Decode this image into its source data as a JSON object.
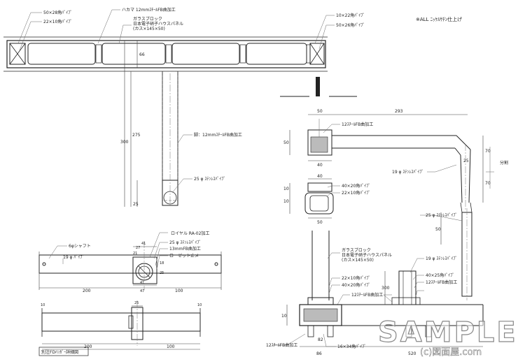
{
  "top_view": {
    "labels": {
      "pipe_50x28": "50×28角ﾊﾟｲﾌﾟ",
      "pipe_22x10": "22×10角ﾊﾟｲﾌﾟ",
      "hakama": "ハカマ 12mmｽﾁｰﾙFB曲加工",
      "glass_block_l1": "ガラスブロック",
      "glass_block_l2": "日本電子硝子ハウスパネル",
      "glass_block_l3": "(カス×145×50)",
      "pipe_10x22": "10×22角ﾊﾟｲﾌﾟ",
      "pipe_50x26": "50×26角ﾊﾟｲﾌﾟ",
      "leg": "脚：12mmｽﾁｰﾙFB曲加工",
      "stainless_25": "25 φ ｽﾃﾝﾚｽﾊﾟｲﾌﾟ"
    },
    "dims": {
      "d66": "66",
      "d275": "275",
      "d300": "300",
      "d25": "25"
    }
  },
  "note": "※ALL ﾆｯｹﾙｻﾁﾝ仕上げ",
  "hanger_detail": {
    "labels": {
      "royal": "ロイヤル RA-02加工",
      "shaft": "6φシャフト",
      "stainless_25": "25 φ ｽﾃﾝﾚｽﾊﾟｲﾌﾟ",
      "fb13": "13mmFB曲加工",
      "pipe19": "19 φ ﾊﾟｲﾌﾟ",
      "rosette": "ローゼット止メ"
    },
    "dims": {
      "d41": "41",
      "d27": "27",
      "d21": "21",
      "d18": "18",
      "d25": "25",
      "d41b": "41",
      "d47": "47",
      "d200": "200",
      "d100": "100",
      "d10a": "10",
      "d10b": "10",
      "d25b": "25",
      "d200b": "200",
      "d100b": "100"
    },
    "caption": "別注FDﾊﾝｶﾞｰ詳細図"
  },
  "side_view": {
    "labels": {
      "steel_fb_1": "12ｽﾁｰﾙFB曲加工",
      "pipe_40x20": "40×20角ﾊﾟｲﾌﾟ",
      "pipe_22x10": "22×10角ﾊﾟｲﾌﾟ",
      "stainless_19": "19 φ ｽﾃﾝﾚｽﾊﾟｲﾌﾟ",
      "split": "分割",
      "glass_block_l1": "ガラスブロック",
      "glass_block_l2": "日本電子硝子ハウスパネル",
      "glass_block_l3": "(カス×145×50)",
      "stainless_25": "25 φ ｽﾃﾝﾚｽﾊﾟｲﾌﾟ",
      "pipe_22x10b": "22×10角ﾊﾟｲﾌﾟ",
      "pipe_40x20b": "40×20角ﾊﾟｲﾌﾟ",
      "steel_fb_2": "12ｽﾁｰﾙFB曲加工",
      "stainless_19b": "19 φ ｽﾃﾝﾚｽﾊﾟｲﾌﾟ",
      "pipe_40x25": "40×25角ﾊﾟｲﾌﾟ",
      "steel_fb_3": "12ｽﾁｰﾙFB曲加工",
      "steel_fb_4": "12ｽﾁｰﾙFB曲加工",
      "pipe_16x34": "16×34角ﾊﾟｲﾌﾟ"
    },
    "dims": {
      "d50": "50",
      "d293": "293",
      "d50v": "50",
      "d40": "40",
      "d40b": "40",
      "d10": "10",
      "d10b": "10",
      "d50c": "50",
      "d70": "70",
      "d70b": "70",
      "d25": "25",
      "d50d": "50",
      "d300": "300",
      "d86": "86",
      "d520": "520",
      "d82": "82",
      "d10c": "10"
    }
  },
  "watermark": {
    "main": "SAMPLE",
    "sub": "(c)図面屋.com"
  }
}
